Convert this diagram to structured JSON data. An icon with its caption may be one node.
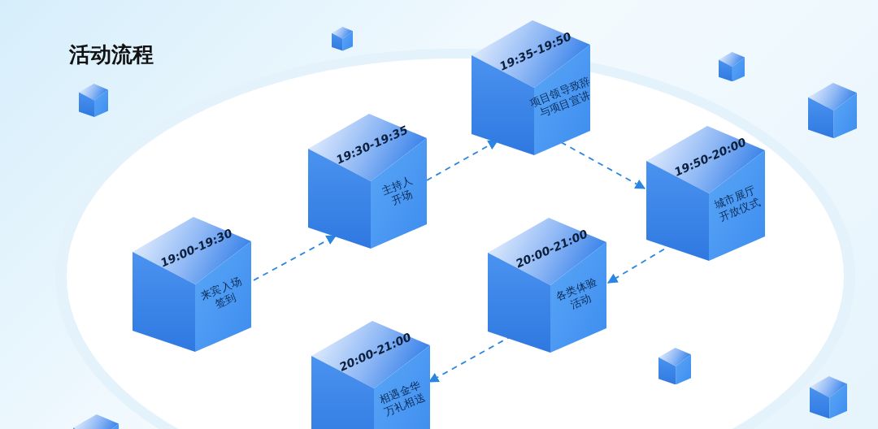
{
  "diagram": {
    "title": "活动流程",
    "nodes": [
      {
        "text": [
          "19:00-19:30",
          "来宾入场签到"
        ]
      },
      {
        "text": [
          "19:30-19:35",
          "主持人开场"
        ]
      },
      {
        "text": [
          "19:35-19:50",
          "项目领导致辞与项目宣讲"
        ]
      },
      {
        "text": [
          "19:50-20:00",
          "城市展厅开放仪式"
        ]
      },
      {
        "text": [
          "20:00-21:00",
          "各类体验活动"
        ]
      },
      {
        "text": [
          "20:00-21:00",
          "相遇金华万礼相送"
        ]
      }
    ],
    "edges": [
      {
        "from": 0,
        "to": 1,
        "arrow": "to"
      },
      {
        "from": 1,
        "to": 2,
        "arrow": "to"
      },
      {
        "from": 2,
        "to": 3,
        "arrow": "to"
      },
      {
        "from": 3,
        "to": 4,
        "arrow": "to"
      },
      {
        "from": 4,
        "to": 5,
        "arrow": "to"
      }
    ]
  }
}
